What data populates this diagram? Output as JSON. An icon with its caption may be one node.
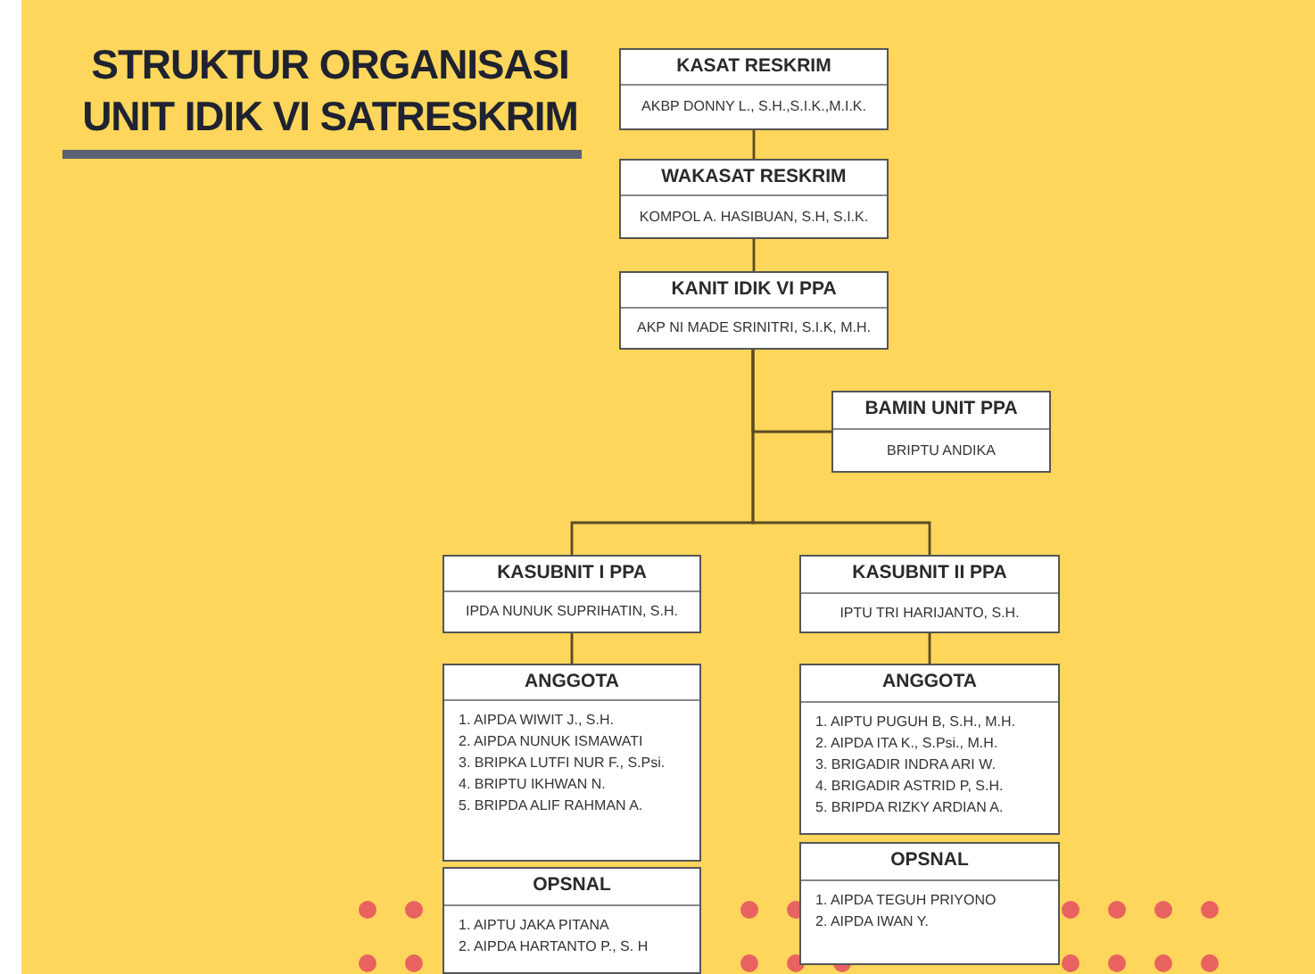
{
  "diagram": {
    "title": "STRUKTUR ORGANISASI UNIT IDIK VI SATRESKRIM",
    "nodes": [
      {
        "text": [
          "KASAT RESKRIM",
          "AKBP DONNY L., S.H.,S.I.K.,M.I.K."
        ]
      },
      {
        "text": [
          "WAKASAT RESKRIM",
          "KOMPOL A. HASIBUAN, S.H, S.I.K."
        ]
      },
      {
        "text": [
          "KANIT IDIK VI PPA",
          "AKP NI MADE SRINITRI, S.I.K, M.H."
        ]
      },
      {
        "text": [
          "BAMIN UNIT PPA",
          "BRIPTU ANDIKA"
        ]
      },
      {
        "text": [
          "KASUBNIT I PPA",
          "IPDA NUNUK SUPRIHATIN, S.H."
        ]
      },
      {
        "text": [
          "KASUBNIT II PPA",
          "IPTU TRI HARIJANTO, S.H."
        ]
      },
      {
        "text": [
          "ANGGOTA",
          "1. AIPDA WIWIT J., S.H.",
          "2. AIPDA NUNUK ISMAWATI",
          "3. BRIPKA LUTFI NUR F., S.Psi.",
          "4. BRIPTU IKHWAN N.",
          "5. BRIPDA ALIF RAHMAN A."
        ]
      },
      {
        "text": [
          "OPSNAL",
          "1. AIPTU JAKA PITANA",
          "2. AIPDA HARTANTO P., S. H"
        ]
      },
      {
        "text": [
          "ANGGOTA",
          "1. AIPTU PUGUH B, S.H., M.H.",
          "2. AIPDA ITA K., S.Psi., M.H.",
          "3. BRIGADIR INDRA ARI W.",
          "4. BRIGADIR ASTRID P, S.H.",
          "5. BRIPDA RIZKY ARDIAN A."
        ]
      },
      {
        "text": [
          "OPSNAL",
          "1. AIPDA TEGUH PRIYONO",
          "2. AIPDA IWAN Y."
        ]
      }
    ],
    "edges": [
      {
        "from": 0,
        "to": 1,
        "arrow": "none"
      },
      {
        "from": 1,
        "to": 2,
        "arrow": "none"
      },
      {
        "from": 2,
        "to": 3,
        "arrow": "none"
      },
      {
        "from": 2,
        "to": 4,
        "arrow": "none"
      },
      {
        "from": 2,
        "to": 5,
        "arrow": "none"
      },
      {
        "from": 4,
        "to": 6,
        "arrow": "none"
      },
      {
        "from": 5,
        "to": 8,
        "arrow": "none"
      }
    ]
  }
}
